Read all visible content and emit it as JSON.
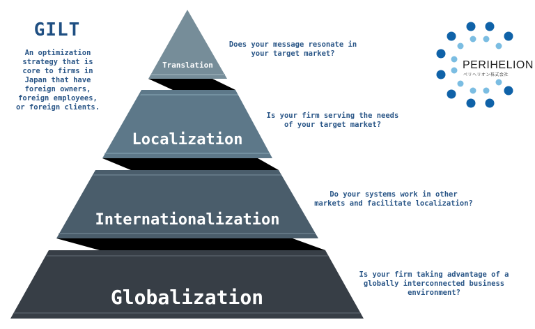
{
  "header": {
    "title": "GILT",
    "description": "An optimization strategy that is core to firms in Japan that have foreign owners, foreign employees, or foreign clients.",
    "description_lines": [
      "An optimization",
      "strategy that is",
      "core to firms in",
      "Japan that have",
      "foreign owners,",
      "foreign employees,",
      "or foreign clients."
    ]
  },
  "pyramid": {
    "tiers": [
      {
        "label": "Translation",
        "color": "#768d99",
        "question_lines": [
          "Does your message resonate in",
          "your target market?"
        ]
      },
      {
        "label": "Localization",
        "color": "#5d7889",
        "question_lines": [
          "Is your firm serving the needs",
          "of your target market?"
        ]
      },
      {
        "label": "Internationalization",
        "color": "#4a5d6b",
        "question_lines": [
          "Do your systems work in other",
          "markets and facilitate localization?"
        ]
      },
      {
        "label": "Globalization",
        "color": "#373e46",
        "question_lines": [
          "Is your firm taking advantage of a",
          "globally interconnected business",
          "environment?"
        ]
      }
    ],
    "connector_color": "#000000"
  },
  "logo": {
    "name": "PERIHELION",
    "subtitle": "ペリヘリオン株式会社",
    "dark_dot_color": "#0f62a8",
    "light_dot_color": "#7bbde2"
  },
  "colors": {
    "text_blue": "#2a5687",
    "title_blue": "#1f4f82",
    "background": "#ffffff"
  }
}
